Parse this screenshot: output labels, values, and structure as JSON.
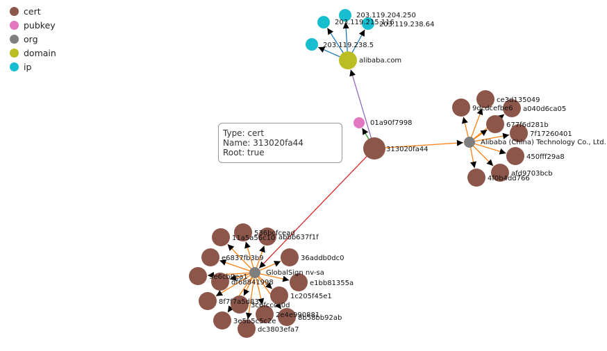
{
  "legend": [
    {
      "label": "cert",
      "color": "#8c564b"
    },
    {
      "label": "pubkey",
      "color": "#e377c2"
    },
    {
      "label": "org",
      "color": "#7f7f7f"
    },
    {
      "label": "domain",
      "color": "#bcbd22"
    },
    {
      "label": "ip",
      "color": "#17becf"
    }
  ],
  "tooltip": {
    "type_line": "Type: cert",
    "name_line": "Name: 313020fa44",
    "root_line": "Root: true"
  },
  "edge_colors": {
    "cert_domain": "#9467bd",
    "cert_pubkey": "#2ca02c",
    "cert_org": "#ff7f0e",
    "org_cert": "#ff7f0e",
    "cert_cert": "#d62728",
    "domain_ip": "#1f77b4"
  },
  "graph": {
    "nodes": [
      {
        "id": "313020fa44",
        "type": "cert",
        "root": true
      },
      {
        "id": "01a90f7998",
        "type": "pubkey"
      },
      {
        "id": "alibaba.com",
        "type": "domain"
      },
      {
        "id": "203.119.238.5",
        "type": "ip"
      },
      {
        "id": "203.119.204.250",
        "type": "ip"
      },
      {
        "id": "203.119.215.116",
        "type": "ip"
      },
      {
        "id": "203.119.238.64",
        "type": "ip"
      },
      {
        "id": "Alibaba (China) Technology Co., Ltd.",
        "type": "org"
      },
      {
        "id": "ce3d135049",
        "type": "cert"
      },
      {
        "id": "9dcdcefbe6",
        "type": "cert"
      },
      {
        "id": "a040d6ca05",
        "type": "cert"
      },
      {
        "id": "677f6d281b",
        "type": "cert"
      },
      {
        "id": "7f17260401",
        "type": "cert"
      },
      {
        "id": "450fff29a8",
        "type": "cert"
      },
      {
        "id": "afd9703bcb",
        "type": "cert"
      },
      {
        "id": "4f0b4dd766",
        "type": "cert"
      },
      {
        "id": "GlobalSign nv-sa",
        "type": "org"
      },
      {
        "id": "536bcfcead",
        "type": "cert"
      },
      {
        "id": "11a5a56c10",
        "type": "cert"
      },
      {
        "id": "abbb637f1f",
        "type": "cert"
      },
      {
        "id": "e6837fb3b9",
        "type": "cert"
      },
      {
        "id": "36addb0dc0",
        "type": "cert"
      },
      {
        "id": "9e6cb0ea1",
        "type": "cert"
      },
      {
        "id": "df68841998",
        "type": "cert"
      },
      {
        "id": "e1bb81355a",
        "type": "cert"
      },
      {
        "id": "8f7f7a5d83",
        "type": "cert"
      },
      {
        "id": "1c205f45e1",
        "type": "cert"
      },
      {
        "id": "3c6fcccc0d",
        "type": "cert"
      },
      {
        "id": "2e4e990881",
        "type": "cert"
      },
      {
        "id": "8b58bb92ab",
        "type": "cert"
      },
      {
        "id": "3e5b5c5c2e",
        "type": "cert"
      },
      {
        "id": "dc3803efa7",
        "type": "cert"
      }
    ],
    "edges": [
      {
        "source": "313020fa44",
        "target": "alibaba.com",
        "kind": "cert_domain"
      },
      {
        "source": "313020fa44",
        "target": "01a90f7998",
        "kind": "cert_pubkey"
      },
      {
        "source": "313020fa44",
        "target": "Alibaba (China) Technology Co., Ltd.",
        "kind": "cert_org"
      },
      {
        "source": "313020fa44",
        "target": "GlobalSign nv-sa",
        "kind": "cert_cert"
      },
      {
        "source": "alibaba.com",
        "target": "203.119.238.5",
        "kind": "domain_ip"
      },
      {
        "source": "alibaba.com",
        "target": "203.119.204.250",
        "kind": "domain_ip"
      },
      {
        "source": "alibaba.com",
        "target": "203.119.215.116",
        "kind": "domain_ip"
      },
      {
        "source": "alibaba.com",
        "target": "203.119.238.64",
        "kind": "domain_ip"
      },
      {
        "source": "Alibaba (China) Technology Co., Ltd.",
        "target": "ce3d135049",
        "kind": "org_cert"
      },
      {
        "source": "Alibaba (China) Technology Co., Ltd.",
        "target": "9dcdcefbe6",
        "kind": "org_cert"
      },
      {
        "source": "Alibaba (China) Technology Co., Ltd.",
        "target": "a040d6ca05",
        "kind": "org_cert"
      },
      {
        "source": "Alibaba (China) Technology Co., Ltd.",
        "target": "677f6d281b",
        "kind": "org_cert"
      },
      {
        "source": "Alibaba (China) Technology Co., Ltd.",
        "target": "7f17260401",
        "kind": "org_cert"
      },
      {
        "source": "Alibaba (China) Technology Co., Ltd.",
        "target": "450fff29a8",
        "kind": "org_cert"
      },
      {
        "source": "Alibaba (China) Technology Co., Ltd.",
        "target": "afd9703bcb",
        "kind": "org_cert"
      },
      {
        "source": "Alibaba (China) Technology Co., Ltd.",
        "target": "4f0b4dd766",
        "kind": "org_cert"
      },
      {
        "source": "GlobalSign nv-sa",
        "target": "536bcfcead",
        "kind": "org_cert"
      },
      {
        "source": "GlobalSign nv-sa",
        "target": "11a5a56c10",
        "kind": "org_cert"
      },
      {
        "source": "GlobalSign nv-sa",
        "target": "abbb637f1f",
        "kind": "org_cert"
      },
      {
        "source": "GlobalSign nv-sa",
        "target": "e6837fb3b9",
        "kind": "org_cert"
      },
      {
        "source": "GlobalSign nv-sa",
        "target": "36addb0dc0",
        "kind": "org_cert"
      },
      {
        "source": "GlobalSign nv-sa",
        "target": "9e6cb0ea1",
        "kind": "org_cert"
      },
      {
        "source": "GlobalSign nv-sa",
        "target": "df68841998",
        "kind": "org_cert"
      },
      {
        "source": "GlobalSign nv-sa",
        "target": "e1bb81355a",
        "kind": "org_cert"
      },
      {
        "source": "GlobalSign nv-sa",
        "target": "8f7f7a5d83",
        "kind": "org_cert"
      },
      {
        "source": "GlobalSign nv-sa",
        "target": "1c205f45e1",
        "kind": "org_cert"
      },
      {
        "source": "GlobalSign nv-sa",
        "target": "3c6fcccc0d",
        "kind": "org_cert"
      },
      {
        "source": "GlobalSign nv-sa",
        "target": "2e4e990881",
        "kind": "org_cert"
      },
      {
        "source": "GlobalSign nv-sa",
        "target": "8b58bb92ab",
        "kind": "org_cert"
      },
      {
        "source": "GlobalSign nv-sa",
        "target": "3e5b5c5c2e",
        "kind": "org_cert"
      },
      {
        "source": "GlobalSign nv-sa",
        "target": "dc3803efa7",
        "kind": "org_cert"
      }
    ]
  }
}
